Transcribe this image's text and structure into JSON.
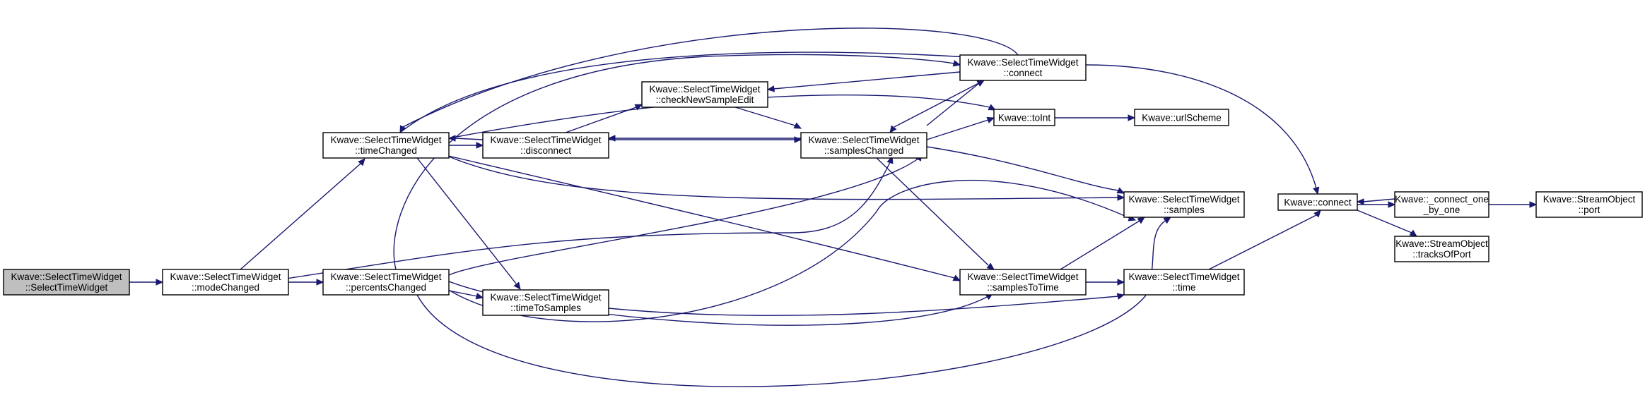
{
  "colors": {
    "edge": "#191970",
    "node_border": "#000000",
    "root_fill": "#bfbfbf",
    "node_fill": "#ffffff"
  },
  "nodes": {
    "ctor": [
      "Kwave::SelectTimeWidget",
      "::SelectTimeWidget"
    ],
    "modeChanged": [
      "Kwave::SelectTimeWidget",
      "::modeChanged"
    ],
    "timeChanged": [
      "Kwave::SelectTimeWidget",
      "::timeChanged"
    ],
    "percentsChanged": [
      "Kwave::SelectTimeWidget",
      "::percentsChanged"
    ],
    "disconnect": [
      "Kwave::SelectTimeWidget",
      "::disconnect"
    ],
    "timeToSamples": [
      "Kwave::SelectTimeWidget",
      "::timeToSamples"
    ],
    "checkNewSampleEdit": [
      "Kwave::SelectTimeWidget",
      "::checkNewSampleEdit"
    ],
    "samplesChanged": [
      "Kwave::SelectTimeWidget",
      "::samplesChanged"
    ],
    "connectW": [
      "Kwave::SelectTimeWidget",
      "::connect"
    ],
    "toInt": [
      "Kwave::toInt"
    ],
    "urlScheme": [
      "Kwave::urlScheme"
    ],
    "samples": [
      "Kwave::SelectTimeWidget",
      "::samples"
    ],
    "samplesToTime": [
      "Kwave::SelectTimeWidget",
      "::samplesToTime"
    ],
    "time": [
      "Kwave::SelectTimeWidget",
      "::time"
    ],
    "connect": [
      "Kwave::connect"
    ],
    "connectOneByOne": [
      "Kwave::_connect_one",
      "_by_one"
    ],
    "port": [
      "Kwave::StreamObject",
      "::port"
    ],
    "tracksOfPort": [
      "Kwave::StreamObject",
      "::tracksOfPort"
    ]
  }
}
